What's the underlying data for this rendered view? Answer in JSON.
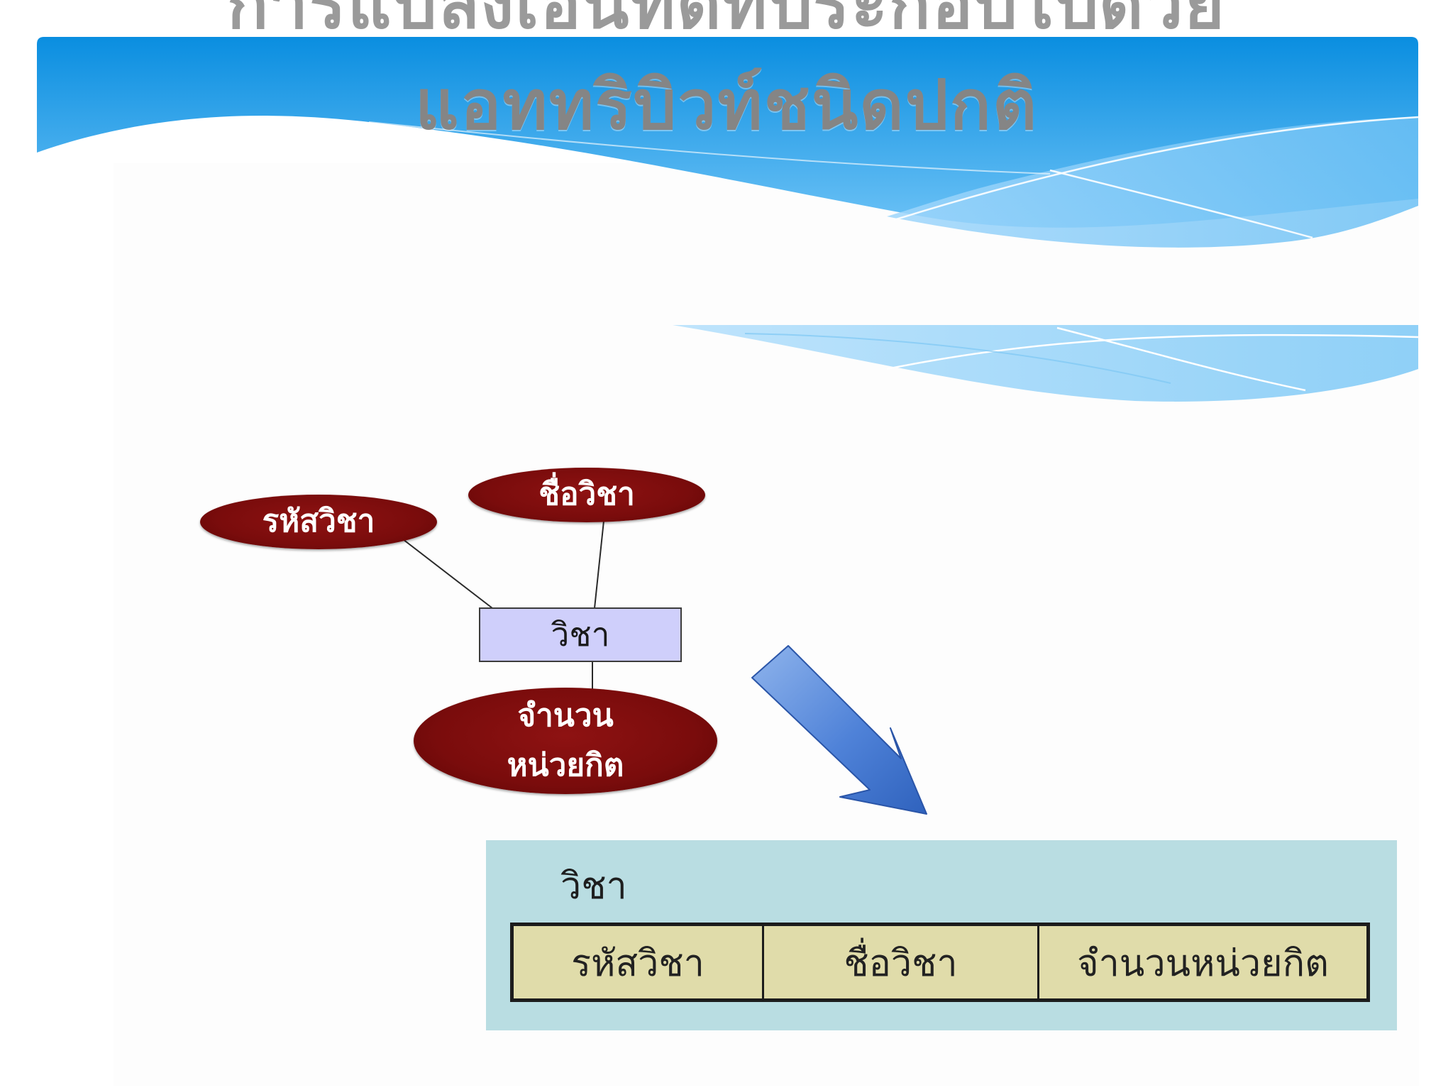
{
  "slide": {
    "title_line1": "การแปลงเอนทิตีที่ประกอบไปด้วย",
    "title_line2": "แอททริบิวท์ชนิดปกติ"
  },
  "er_diagram": {
    "entity": "วิชา",
    "attributes": {
      "code": "รหัสวิชา",
      "name": "ชื่อวิชา",
      "credits_line1": "จำนวน",
      "credits_line2": "หน่วยกิต"
    }
  },
  "relation": {
    "name": "วิชา",
    "columns": [
      "รหัสวิชา",
      "ชื่อวิชา",
      "จำนวนหน่วยกิต"
    ]
  },
  "colors": {
    "attribute_fill": "#7a0c0c",
    "entity_fill": "#cfcffb",
    "arrow_fill": "#4f82d8",
    "relation_panel": "#b9dde2",
    "table_cell": "#e0dcaa",
    "header_blue": "#0f8fdf"
  }
}
